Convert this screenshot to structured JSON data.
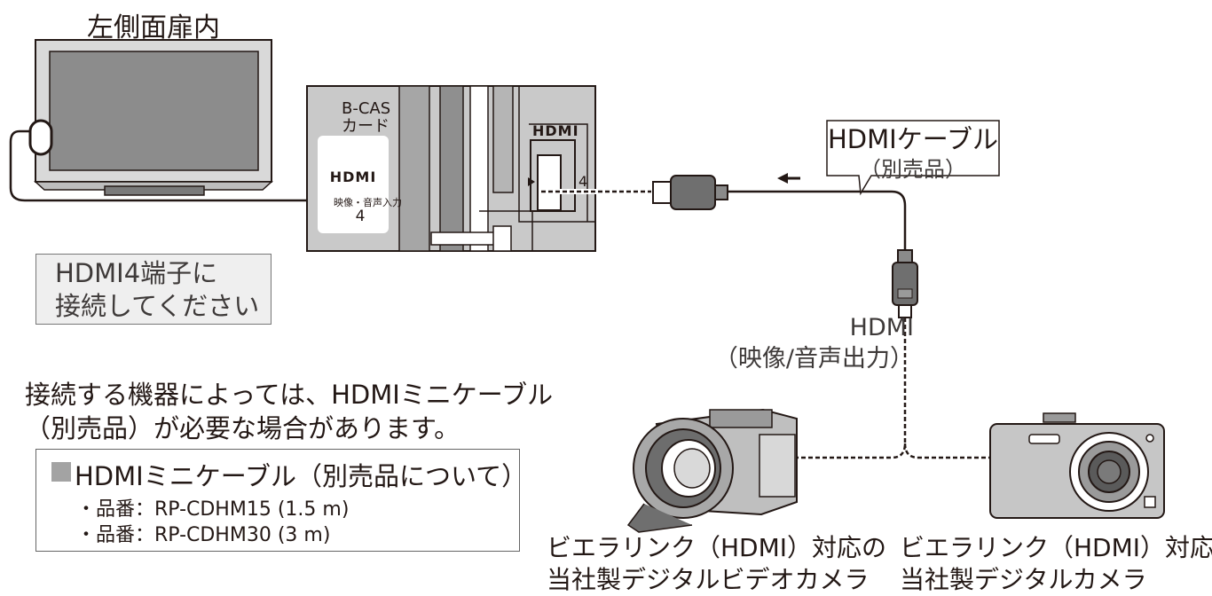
{
  "tv": {
    "side_panel_label": "左側面扉内"
  },
  "panel": {
    "bcas_label": "B-CAS\nカード",
    "card_logo": "HDMI",
    "card_port_label": "映像・音声入力",
    "card_port_number": "4",
    "hdmi_logo": "HDMI",
    "hdmi_port_number": "4"
  },
  "hint": {
    "line1": "HDMI4端子に",
    "line2": "接続してください"
  },
  "note": {
    "line1": "接続する機器によっては、HDMIミニケーブル",
    "line2": "（別売品）が必要な場合があります。"
  },
  "info": {
    "title": "HDMIミニケーブル（別売品について）",
    "items": [
      {
        "text": "・品番：RP-CDHM15 (1.5 m)"
      },
      {
        "text": "・品番：RP-CDHM30 (3 m)"
      }
    ]
  },
  "cable": {
    "label": "HDMIケーブル",
    "sublabel": "（別売品）"
  },
  "hdmi_output": {
    "line1": "HDMI",
    "line2": "（映像/音声出力）"
  },
  "devices": {
    "video_camera": {
      "line1": "ビエラリンク（HDMI）対応の",
      "line2": "当社製デジタルビデオカメラ"
    },
    "digital_camera": {
      "line1": "ビエラリンク（HDMI）対応の",
      "line2": "当社製デジタルカメラ"
    }
  },
  "colors": {
    "line": "#231815",
    "panel": "#c9c9c9",
    "panel_dark": "#9a9a9a",
    "box_fill": "#efefef",
    "device_gray": "#8e8e8e"
  }
}
